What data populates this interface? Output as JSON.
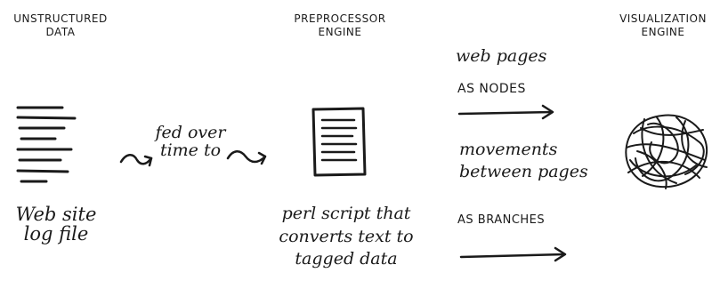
{
  "headers": {
    "unstructured": "UNSTRUCTURED\nDATA",
    "preprocessor": "PREPROCESSOR\nENGINE",
    "visualization": "VISUALIZATION\nENGINE"
  },
  "labels": {
    "source": "Web site\nlog file",
    "fed": "fed over\ntime to",
    "script": "perl script that\nconverts text to\ntagged data",
    "pages": "web pages",
    "as_nodes": "AS NODES",
    "movements": "movements\nbetween pages",
    "as_branches": "AS BRANCHES"
  }
}
